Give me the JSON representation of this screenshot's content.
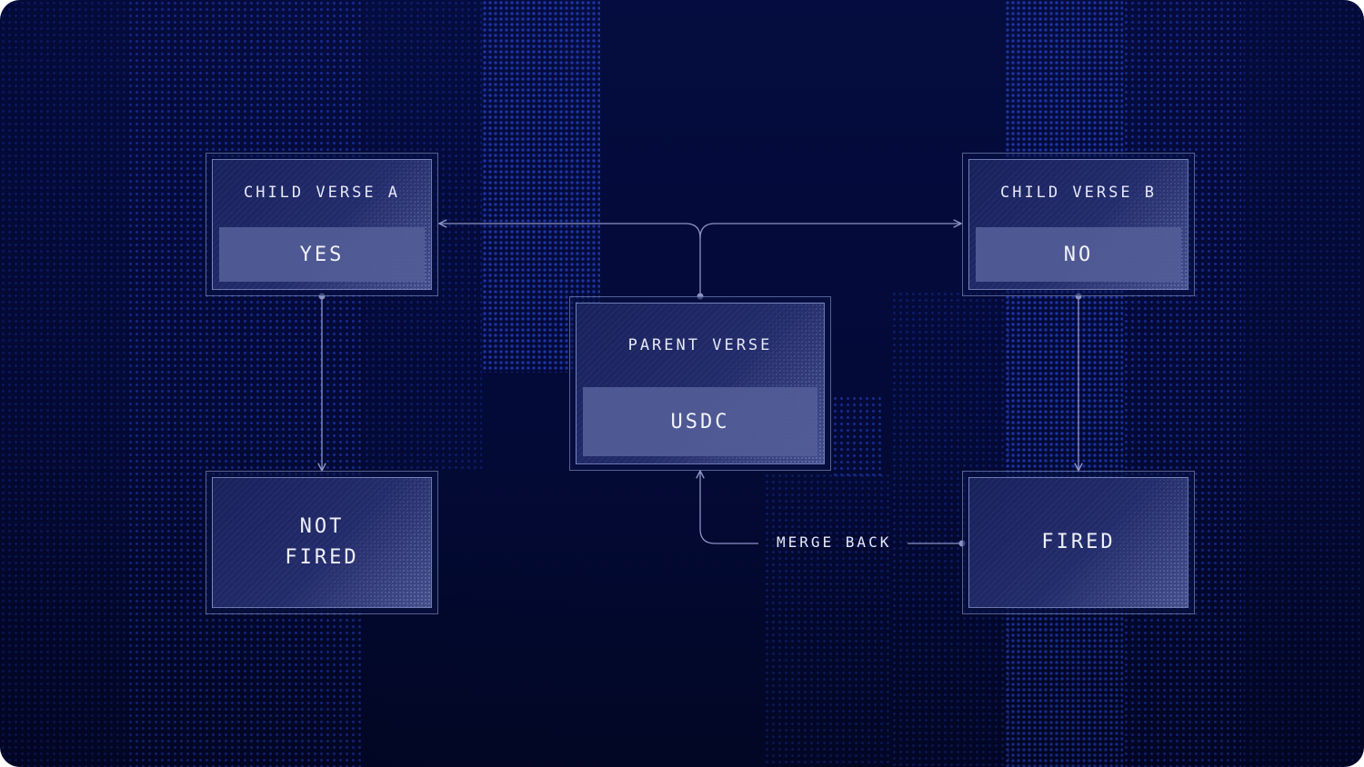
{
  "nodes": {
    "child_a": {
      "label": "CHILD VERSE A",
      "value": "YES"
    },
    "child_b": {
      "label": "CHILD VERSE B",
      "value": "NO"
    },
    "parent": {
      "label": "PARENT VERSE",
      "value": "USDC"
    },
    "not_fired": {
      "line1": "NOT",
      "line2": "FIRED"
    },
    "fired": {
      "text": "FIRED"
    }
  },
  "edges": {
    "merge_back": "MERGE BACK"
  },
  "colors": {
    "background": "#040b3c",
    "connector": "#8a93c4",
    "text": "#e6e9f7",
    "value_fill": "#525c96"
  }
}
